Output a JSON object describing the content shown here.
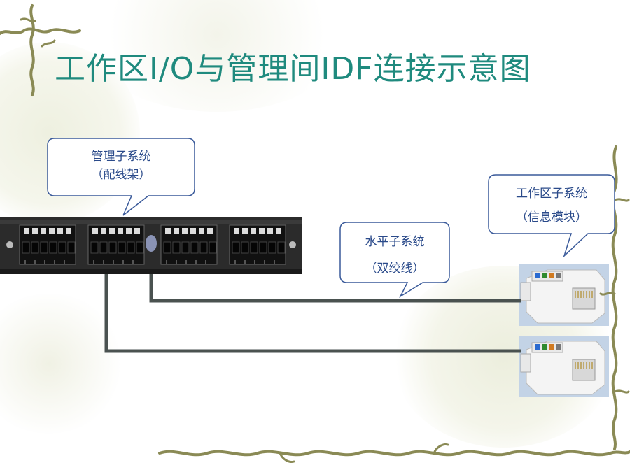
{
  "title": "工作区I/O与管理间IDF连接示意图",
  "callouts": {
    "management": {
      "line1": "管理子系统",
      "line2": "（配线架）"
    },
    "horizontal": {
      "line1": "水平子系统",
      "line2": "（双绞线）"
    },
    "workarea": {
      "line1": "工作区子系统",
      "line2": "（信息模块）"
    }
  },
  "colors": {
    "title": "#1f8a7e",
    "callout_text": "#2a4a8a",
    "callout_border": "#3a5a9a",
    "cable": "#4a5250",
    "vine": "#8a8a55"
  }
}
